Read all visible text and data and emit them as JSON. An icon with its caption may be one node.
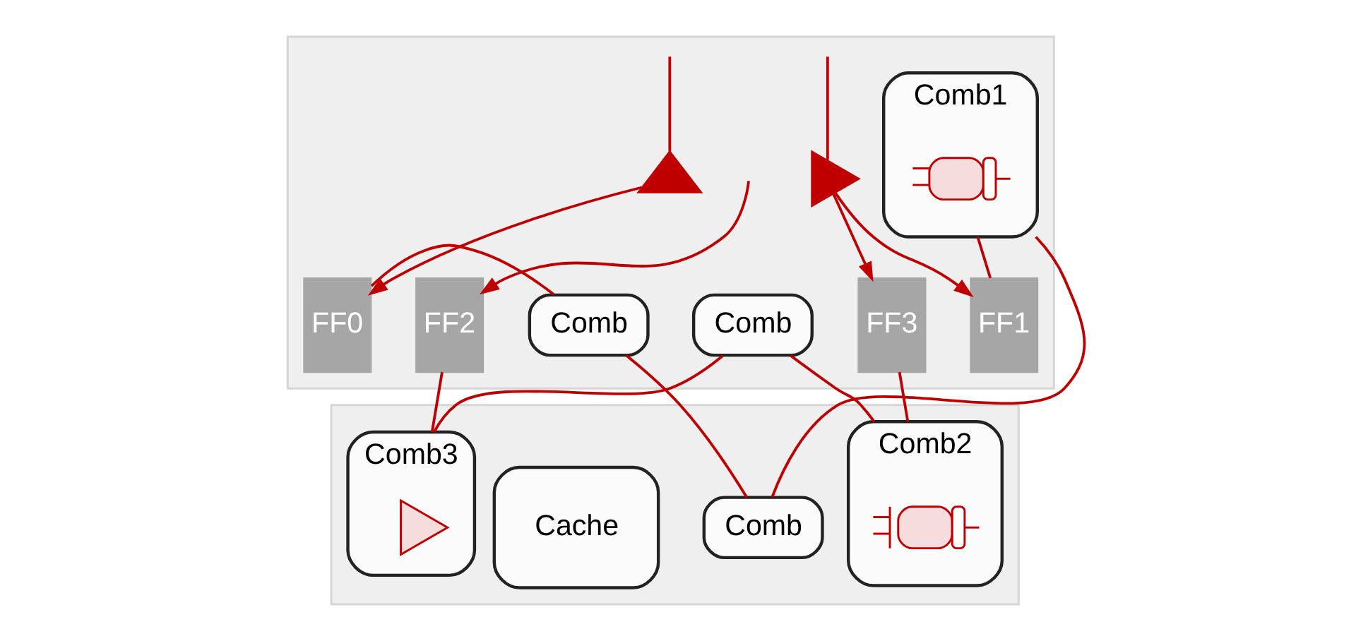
{
  "diagram": {
    "nodes": [
      {
        "text": [],
        "shape": "parallelogram"
      },
      {
        "text": [
          "Comb1"
        ],
        "in": 0
      },
      {
        "text": [],
        "shape": "gate",
        "in": 1
      },
      {
        "text": [
          "FF0"
        ],
        "in": 0
      },
      {
        "text": [
          "FF1"
        ],
        "in": 0
      },
      {
        "text": [
          "Comb"
        ],
        "in": 0
      },
      {
        "text": [],
        "shape": "triangle",
        "in": 0
      },
      {
        "text": [
          "FF3"
        ],
        "in": 0
      },
      {
        "text": [],
        "shape": "triangle",
        "in": 0
      },
      {
        "text": [
          "FF2"
        ],
        "in": 0
      },
      {
        "text": [
          "Comb"
        ],
        "in": 0
      },
      {
        "text": [],
        "shape": "parallelogram"
      },
      {
        "text": [
          "Comb"
        ],
        "in": 11
      },
      {
        "text": [
          "Cache"
        ],
        "in": 11
      },
      {
        "text": [
          "Comb2"
        ],
        "in": 11
      },
      {
        "text": [],
        "shape": "gate",
        "in": 14
      },
      {
        "text": [
          "Comb3"
        ],
        "in": 11
      },
      {
        "text": [],
        "shape": "gate",
        "in": 16
      }
    ],
    "edges": [
      {
        "from": null,
        "to": 6,
        "arrow": "none"
      },
      {
        "from": 6,
        "to": 3,
        "arrow": "to"
      },
      {
        "from": null,
        "to": 9,
        "arrow": "to"
      },
      {
        "from": null,
        "to": 8,
        "arrow": "none"
      },
      {
        "from": 8,
        "to": 4,
        "arrow": "to"
      },
      {
        "from": 8,
        "to": 7,
        "arrow": "to"
      },
      {
        "from": 3,
        "to": 5,
        "arrow": "none"
      },
      {
        "from": 1,
        "to": 4,
        "arrow": "none"
      },
      {
        "from": 5,
        "to": 12,
        "arrow": "none"
      },
      {
        "from": 1,
        "to": 12,
        "arrow": "none"
      },
      {
        "from": 9,
        "to": 16,
        "arrow": "none"
      },
      {
        "from": 10,
        "to": 16,
        "arrow": "none"
      },
      {
        "from": 10,
        "to": 14,
        "arrow": "none"
      },
      {
        "from": 7,
        "to": 14,
        "arrow": "none"
      }
    ]
  }
}
